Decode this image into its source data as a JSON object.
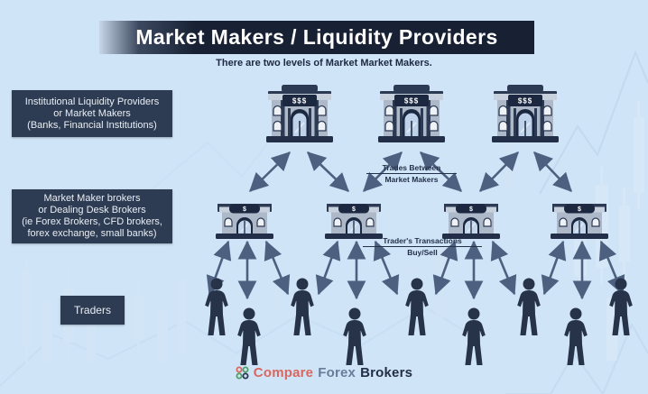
{
  "header": {
    "title": "Market Makers / Liquidity Providers",
    "subtitle": "There are two levels of Market Market Makers."
  },
  "level_boxes": {
    "institutional": {
      "lines": [
        "Institutional Liquidity Providers",
        "or Market Makers",
        "(Banks, Financial Institutions)"
      ]
    },
    "brokers": {
      "lines": [
        "Market Maker brokers",
        "or Dealing Desk Brokers",
        "(ie Forex Brokers, CFD brokers,",
        "forex exchange, small banks)"
      ]
    },
    "traders": {
      "label": "Traders"
    }
  },
  "annotations": {
    "trades_between": {
      "line1": "Trades Between",
      "line2": "Market Makers"
    },
    "traders_transactions": {
      "line1": "Trader's Transactions",
      "line2": "Buy/Sell"
    }
  },
  "buildings": {
    "top_sign": "$$$",
    "mid_sign": "$",
    "top_count": 3,
    "mid_count": 4
  },
  "traders": {
    "count": 9
  },
  "logo": {
    "icon": "dots-grid-icon",
    "words": [
      {
        "text": "Compare",
        "color": "#d9675f"
      },
      {
        "text": "Forex",
        "color": "#6a7c9c"
      },
      {
        "text": "Brokers",
        "color": "#232e45"
      }
    ]
  },
  "colors": {
    "background": "#cfe4f6",
    "panel": "#2d3c52",
    "title_bar": "#182134",
    "arrow": "#4d6080",
    "building_dark": "#2c3a54",
    "building_light": "#adb8c9",
    "silhouette": "#273349"
  }
}
